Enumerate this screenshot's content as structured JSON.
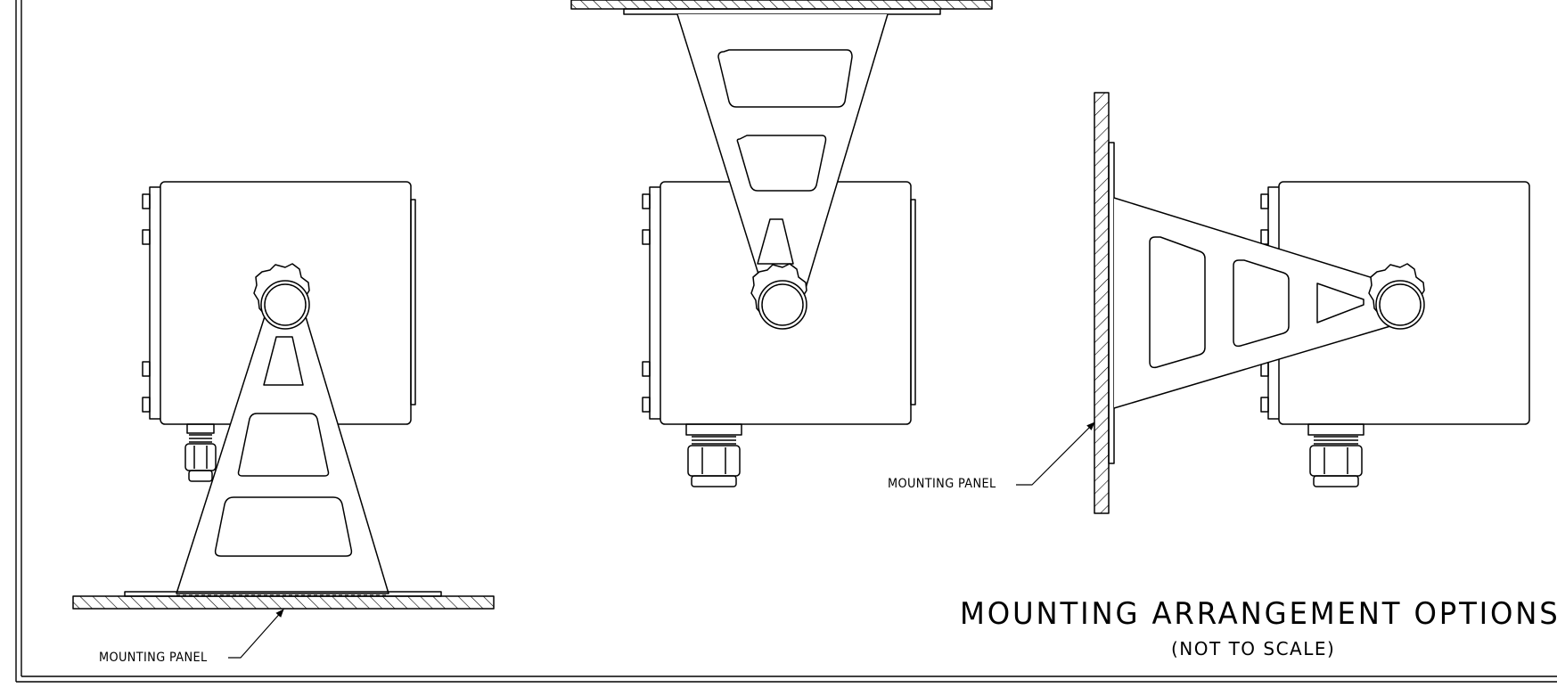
{
  "drawing": {
    "title": "MOUNTING ARRANGEMENT OPTIONS",
    "subtitle": "(NOT TO SCALE)",
    "views": [
      {
        "name": "floor-mount",
        "callout": "MOUNTING PANEL"
      },
      {
        "name": "ceiling-mount"
      },
      {
        "name": "wall-mount",
        "callout": "MOUNTING PANEL"
      }
    ]
  }
}
